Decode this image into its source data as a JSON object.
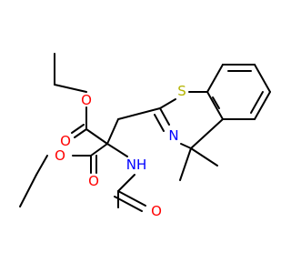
{
  "molecule": {
    "colors": {
      "bond": "#000000",
      "oxygen": "#ff0000",
      "nitrogen": "#0000ff",
      "sulfur": "#b3b300",
      "background": "#ffffff"
    },
    "atom_labels": {
      "o_upper_ester_single": "O",
      "o_upper_ester_double": "O",
      "o_lower_ester_single": "O",
      "o_lower_ester_double": "O",
      "o_amide": "O",
      "n_amide": "NH",
      "n_ring": "N",
      "s_ring": "S"
    }
  }
}
